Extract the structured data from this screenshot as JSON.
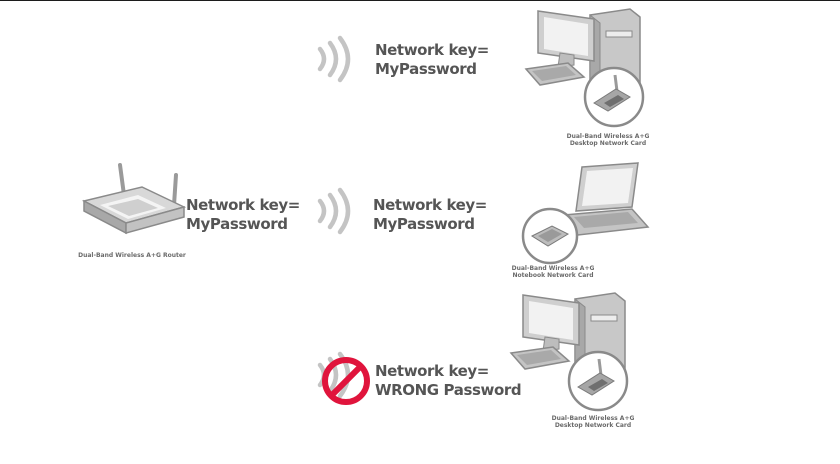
{
  "diagram": {
    "router": {
      "label": "Dual-Band Wireless A+G Router",
      "key_line1": "Network key=",
      "key_line2": "MyPassword"
    },
    "clients": [
      {
        "key_line1": "Network key=",
        "key_line2": "MyPassword",
        "card_line1": "Dual-Band Wireless A+G",
        "card_line2": "Desktop Network Card",
        "device": "desktop-computer-icon",
        "connected": true
      },
      {
        "key_line1": "Network key=",
        "key_line2": "MyPassword",
        "card_line1": "Dual-Band Wireless A+G",
        "card_line2": "Notebook Network Card",
        "device": "laptop-computer-icon",
        "connected": true
      },
      {
        "key_line1": "Network key=",
        "key_line2": "WRONG Password",
        "card_line1": "Dual-Band Wireless A+G",
        "card_line2": "Desktop Network Card",
        "device": "desktop-computer-icon",
        "connected": false
      }
    ],
    "colors": {
      "text": "#555555",
      "device_gray": "#bdbdbd",
      "device_outline": "#8a8a8a",
      "wave": "#c4c4c4",
      "prohibited": "#e0143c"
    }
  }
}
